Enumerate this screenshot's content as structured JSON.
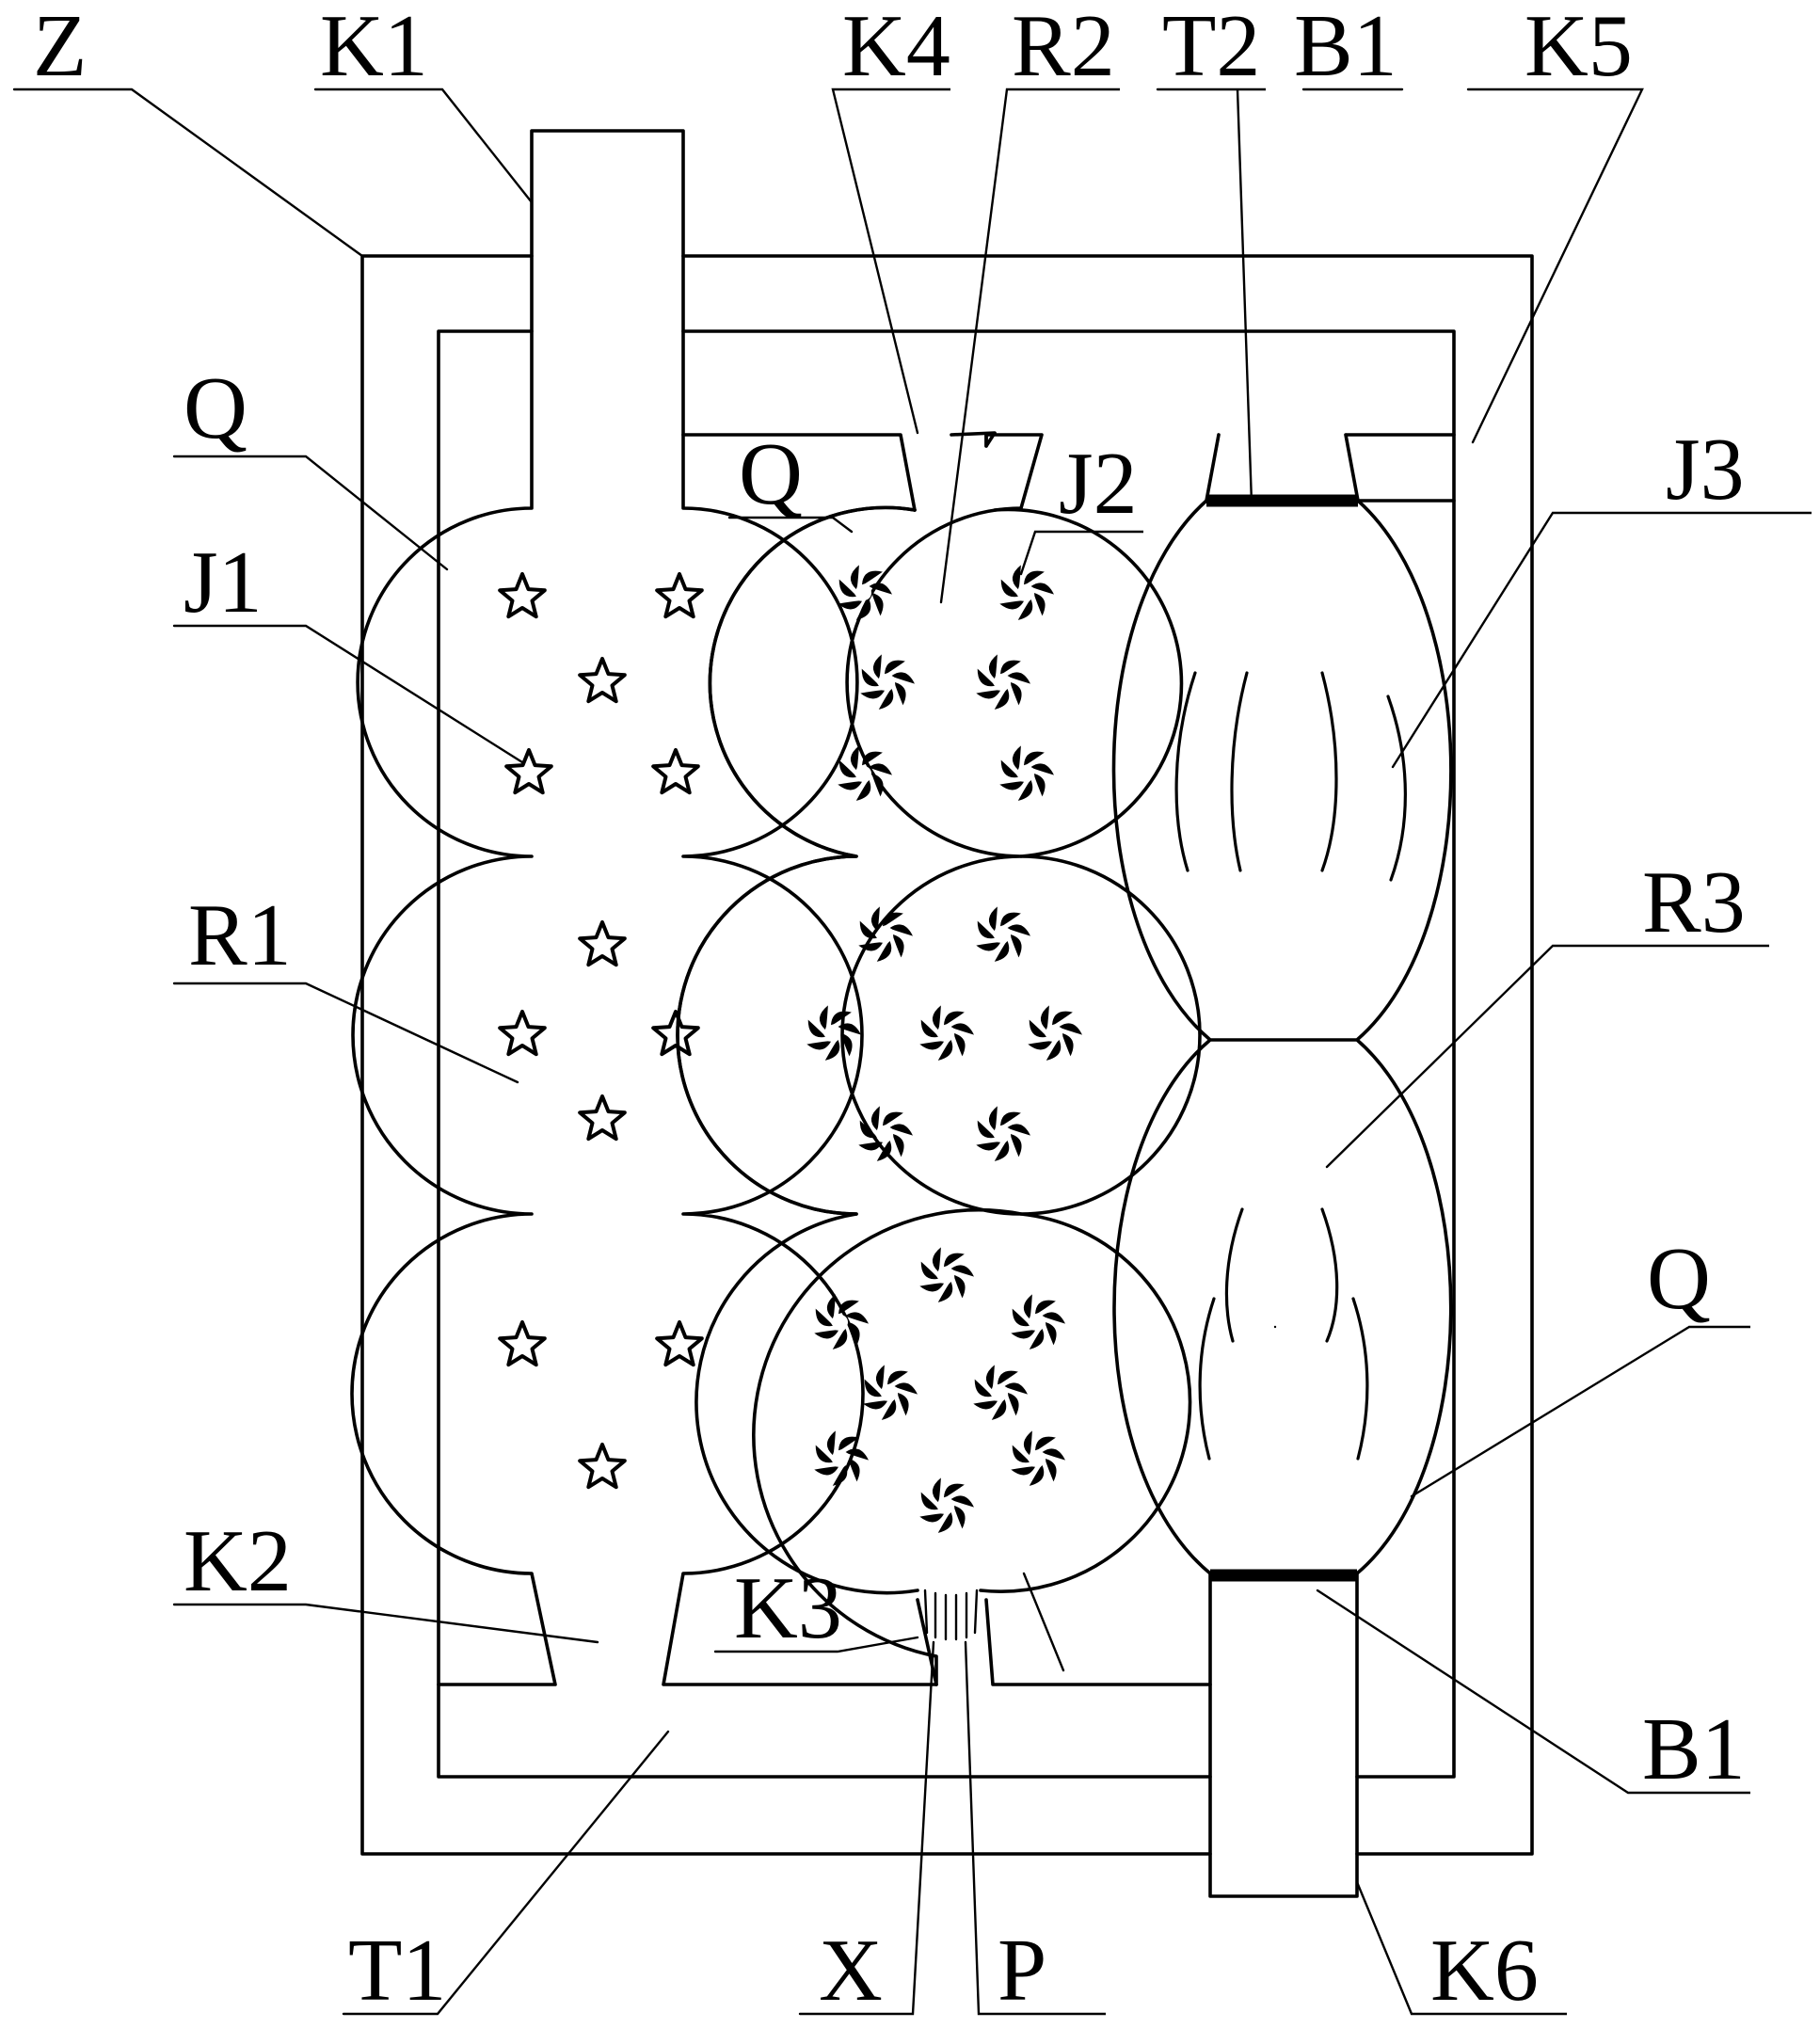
{
  "labels": {
    "Z": "Z",
    "K1": "K1",
    "K2": "K2",
    "K3": "K3",
    "K4": "K4",
    "K5": "K5",
    "K6": "K6",
    "R1": "R1",
    "R2": "R2",
    "R3": "R3",
    "T1": "T1",
    "T2": "T2",
    "J1": "J1",
    "J2": "J2",
    "J3": "J3",
    "B1_top": "B1",
    "B1_bottom": "B1",
    "Q_left": "Q",
    "Q_middle": "Q",
    "Q_right": "Q",
    "X": "X",
    "P": "P"
  },
  "icons": {
    "J1": "star-particle-icon",
    "J2": "swirl-particle-icon",
    "J3": "arc-fiber-icon"
  },
  "colors": {
    "ink": "#000000",
    "paper": "#ffffff"
  }
}
